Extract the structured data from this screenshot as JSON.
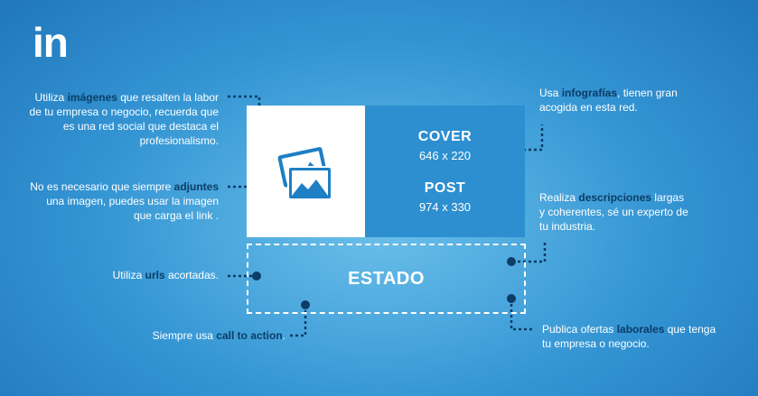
{
  "brand": {
    "logo_text": "in"
  },
  "panel": {
    "cover_label": "COVER",
    "cover_size": "646 x 220",
    "post_label": "POST",
    "post_size": "974 x 330",
    "estado_label": "ESTADO"
  },
  "icons": {
    "image": "picture-stack-icon"
  },
  "colors": {
    "accent_dark": "#0b3d66",
    "panel_blue": "#2d8fd0",
    "image_icon": "#1e7fc4"
  },
  "notes": {
    "images": {
      "pre": "Utiliza ",
      "key": "imágenes",
      "post": " que resalten la labor de tu empresa o negocio, recuerda que es una red social que destaca el profesionalismo."
    },
    "attach": {
      "pre": "No es necesario que siempre ",
      "key": "adjuntes",
      "post": " una imagen, puedes usar la imagen que carga el link ."
    },
    "urls": {
      "pre": "Utiliza ",
      "key": "urls",
      "post": " acortadas."
    },
    "cta": {
      "pre": "Siempre usa ",
      "key": "call to action",
      "post": "."
    },
    "infographics": {
      "pre": "Usa ",
      "key": "infografías",
      "post": ", tienen gran acogida en esta red."
    },
    "descriptions": {
      "pre": "Realiza ",
      "key": "descripciones",
      "post": " largas y coherentes, sé un experto de tu industria."
    },
    "jobs": {
      "pre": "Publica ofertas ",
      "key": "laborales",
      "post": " que tenga tu empresa o negocio."
    }
  }
}
